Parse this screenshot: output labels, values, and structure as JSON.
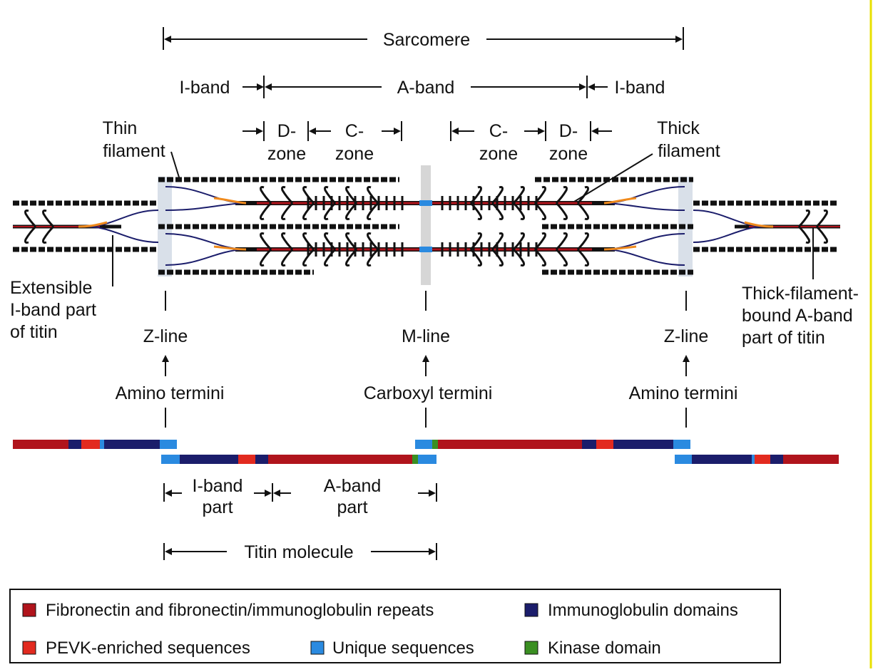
{
  "labels": {
    "sarcomere": "Sarcomere",
    "i_band_left": "I-band",
    "a_band": "A-band",
    "i_band_right": "I-band",
    "d_zone_left_1": "D-",
    "d_zone_left_2": "zone",
    "c_zone_left_1": "C-",
    "c_zone_left_2": "zone",
    "c_zone_right_1": "C-",
    "c_zone_right_2": "zone",
    "d_zone_right_1": "D-",
    "d_zone_right_2": "zone",
    "thin_filament_1": "Thin",
    "thin_filament_2": "filament",
    "thick_filament_1": "Thick",
    "thick_filament_2": "filament",
    "extensible_1": "Extensible",
    "extensible_2": "I-band part",
    "extensible_3": "of titin",
    "thick_bound_1": "Thick-filament-",
    "thick_bound_2": "bound A-band",
    "thick_bound_3": "part of titin",
    "z_line_left": "Z-line",
    "m_line": "M-line",
    "z_line_right": "Z-line",
    "amino_left": "Amino termini",
    "carboxyl": "Carboxyl termini",
    "amino_right": "Amino termini",
    "i_band_part_1": "I-band",
    "i_band_part_2": "part",
    "a_band_part_1": "A-band",
    "a_band_part_2": "part",
    "titin_molecule": "Titin molecule"
  },
  "legend": [
    {
      "label": "Fibronectin and fibronectin/immunoglobulin repeats",
      "color": "#b0141c"
    },
    {
      "label": "Immunoglobulin domains",
      "color": "#1b1d6b"
    },
    {
      "label": "PEVK-enriched sequences",
      "color": "#e22a1f"
    },
    {
      "label": "Unique sequences",
      "color": "#2a8ae0"
    },
    {
      "label": "Kinase domain",
      "color": "#3a8f22"
    }
  ],
  "colors": {
    "fibronectin": "#b0141c",
    "immunoglobulin": "#1b1d6b",
    "pevk": "#e22a1f",
    "unique": "#2a8ae0",
    "kinase": "#3a8f22",
    "filament": "#111111",
    "z_disc": "#cfd8e3",
    "frame_border": "#e8e000"
  }
}
